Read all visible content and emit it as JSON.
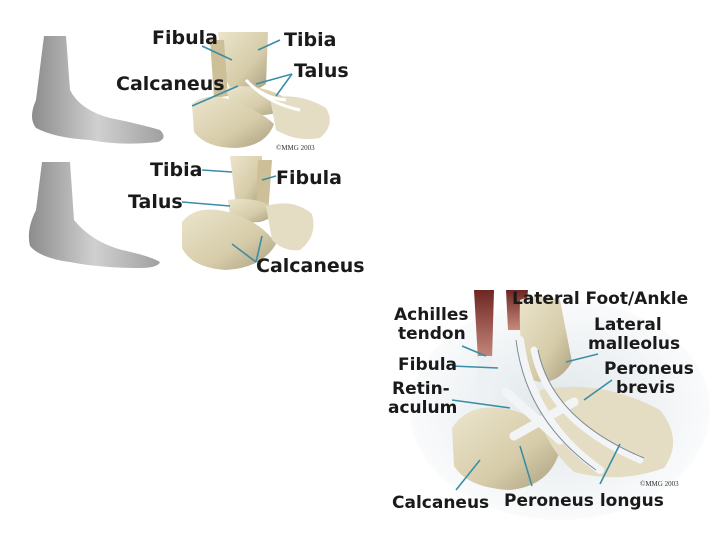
{
  "top_panel": {
    "labels": {
      "fibula": "Fibula",
      "tibia": "Tibia",
      "calcaneus": "Calcaneus",
      "talus": "Talus"
    },
    "copyright": "©MMG 2003"
  },
  "middle_panel": {
    "labels": {
      "tibia": "Tibia",
      "fibula": "Fibula",
      "talus": "Talus",
      "calcaneus": "Calcaneus"
    }
  },
  "right_panel": {
    "title": "Lateral Foot/Ankle",
    "labels": {
      "achilles_1": "Achilles",
      "achilles_2": "tendon",
      "lateral_1": "Lateral",
      "lateral_2": "malleolus",
      "fibula": "Fibula",
      "peroneus_brevis_1": "Peroneus",
      "peroneus_brevis_2": "brevis",
      "retin_1": "Retin-",
      "retin_2": "aculum",
      "calcaneus": "Calcaneus",
      "peroneus_longus": "Peroneus longus"
    },
    "copyright": "©MMG 2003"
  },
  "colors": {
    "bone": "#d8cfb2",
    "bone_shadow": "#a89e80",
    "foot_skin": "#b8b8b8",
    "tendon": "#e9edf1",
    "muscle": "#8a3a34",
    "leader_line": "#3b8ea5"
  }
}
